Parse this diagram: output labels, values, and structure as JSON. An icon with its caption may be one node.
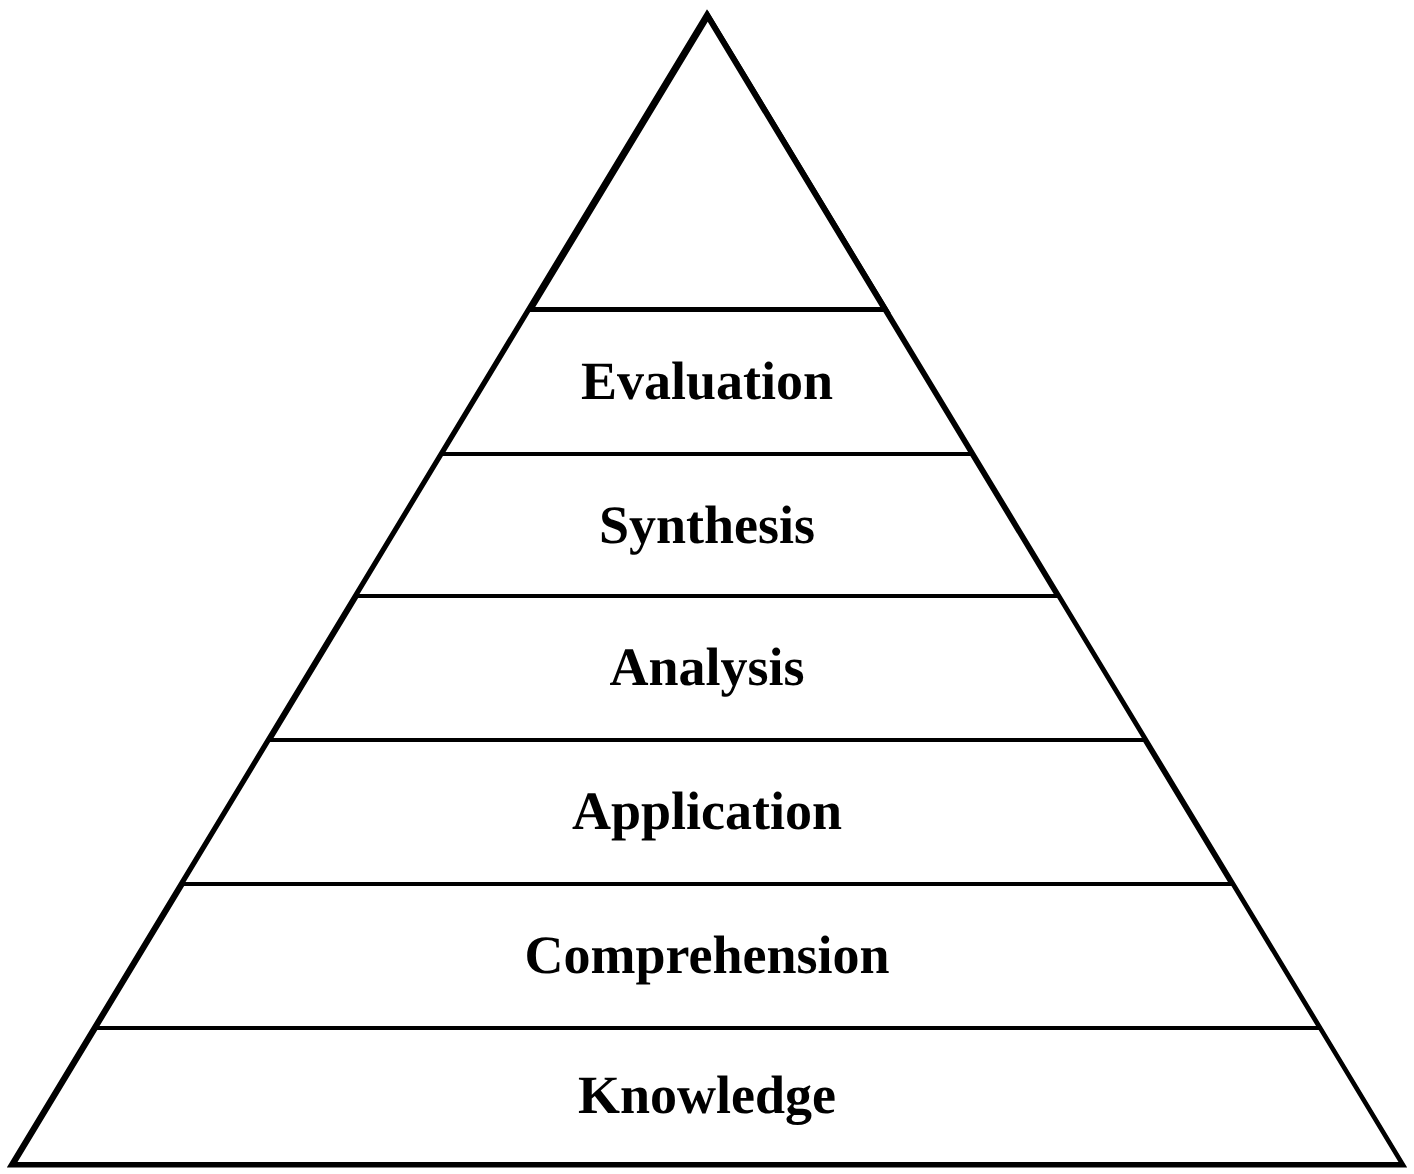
{
  "diagram": {
    "nodes": [
      {
        "text": [],
        "shape": "triangle"
      },
      {
        "text": [
          "Evaluation"
        ]
      },
      {
        "text": [
          "Synthesis"
        ]
      },
      {
        "text": [
          "Analysis"
        ]
      },
      {
        "text": [
          "Application"
        ]
      },
      {
        "text": [
          "Comprehension"
        ]
      },
      {
        "text": [
          "Knowledge"
        ]
      }
    ]
  }
}
